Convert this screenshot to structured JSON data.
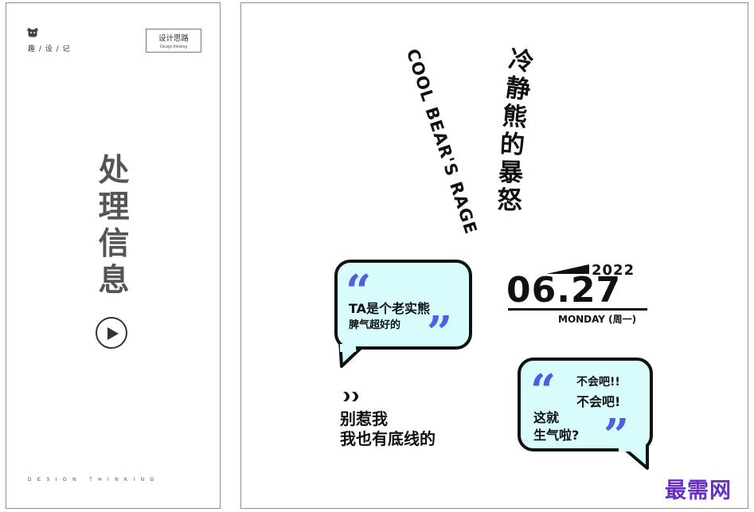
{
  "left_card": {
    "brand": "趣 / 设 / 记",
    "tag_main": "设计思路",
    "tag_sub": "Design thinking",
    "title_chars": [
      "处",
      "理",
      "信",
      "息"
    ],
    "play_icon": "play-circle-icon",
    "bottom_text": "DESIGN THINKING"
  },
  "right_card": {
    "headline_en": "COOL BEAR'S RAGE",
    "headline_cn_chars": [
      "冷",
      "静",
      "熊",
      "的",
      "暴",
      "怒"
    ],
    "bubble_a": {
      "open_quote": "“",
      "line1": "TA是个老实熊",
      "line2": "脾气超好的",
      "close_quote": "”"
    },
    "date": {
      "year": "2022",
      "day": "06.27",
      "weekday": "MONDAY (周一)"
    },
    "note": {
      "arrows": "››",
      "line1": "别惹我",
      "line2": "我也有底线的"
    },
    "bubble_b": {
      "open_quote": "“",
      "line1": "不会吧!!",
      "line2": "不会吧!",
      "line3": "这就",
      "line4": "生气啦?",
      "close_quote": "”"
    },
    "colors": {
      "bubble_fill": "#d8fbfb",
      "quote_blue": "#4d5fe6",
      "ink": "#111111"
    }
  },
  "watermark": "最需网"
}
